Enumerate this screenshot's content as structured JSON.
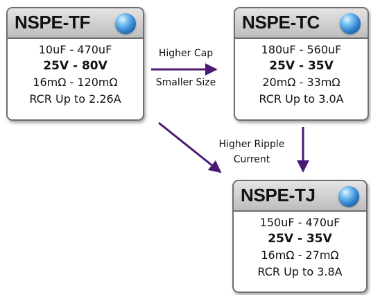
{
  "colors": {
    "arrow": "#4b1a74",
    "border": "#6e6e6e",
    "header": "#cfcfcf",
    "orb": "#2f7fce"
  },
  "icons": {
    "badge": "blue-orb-icon"
  },
  "cards": {
    "tf": {
      "title": "NSPE-TF",
      "capacitance": "10uF - 470uF",
      "voltage": "25V - 80V",
      "esr": "16mΩ - 120mΩ",
      "rcr": "RCR Up to 2.26A"
    },
    "tc": {
      "title": "NSPE-TC",
      "capacitance": "180uF - 560uF",
      "voltage": "25V - 35V",
      "esr": "20mΩ - 33mΩ",
      "rcr": "RCR Up to 3.0A"
    },
    "tj": {
      "title": "NSPE-TJ",
      "capacitance": "150uF - 470uF",
      "voltage": "25V - 35V",
      "esr": "16mΩ - 27mΩ",
      "rcr": "RCR Up to 3.8A"
    }
  },
  "edges": {
    "tf_tc": {
      "line1": "Higher Cap",
      "line2": "Smaller Size"
    },
    "to_tj": {
      "line1": "Higher Ripple",
      "line2": "Current"
    }
  }
}
